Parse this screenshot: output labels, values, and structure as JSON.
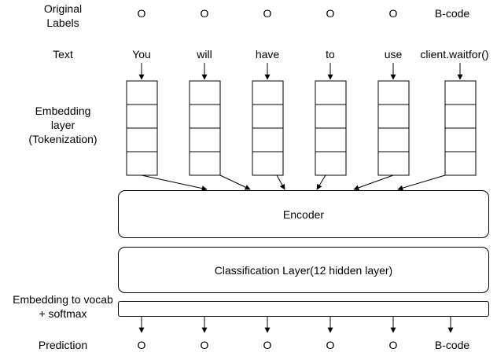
{
  "rows": {
    "original_labels": "Original\nLabels",
    "text": "Text",
    "embedding": "Embedding\nlayer\n(Tokenization)",
    "vocab": "Embedding to vocab\n+ softmax",
    "prediction": "Prediction"
  },
  "original_labels": [
    "O",
    "O",
    "O",
    "O",
    "O",
    "B-code"
  ],
  "tokens": [
    "You",
    "will",
    "have",
    "to",
    "use",
    "client.waitfor()"
  ],
  "predictions": [
    "O",
    "O",
    "O",
    "O",
    "O",
    "B-code"
  ],
  "encoder_label": "Encoder",
  "classification_label": "Classification Layer(12 hidden layer)"
}
